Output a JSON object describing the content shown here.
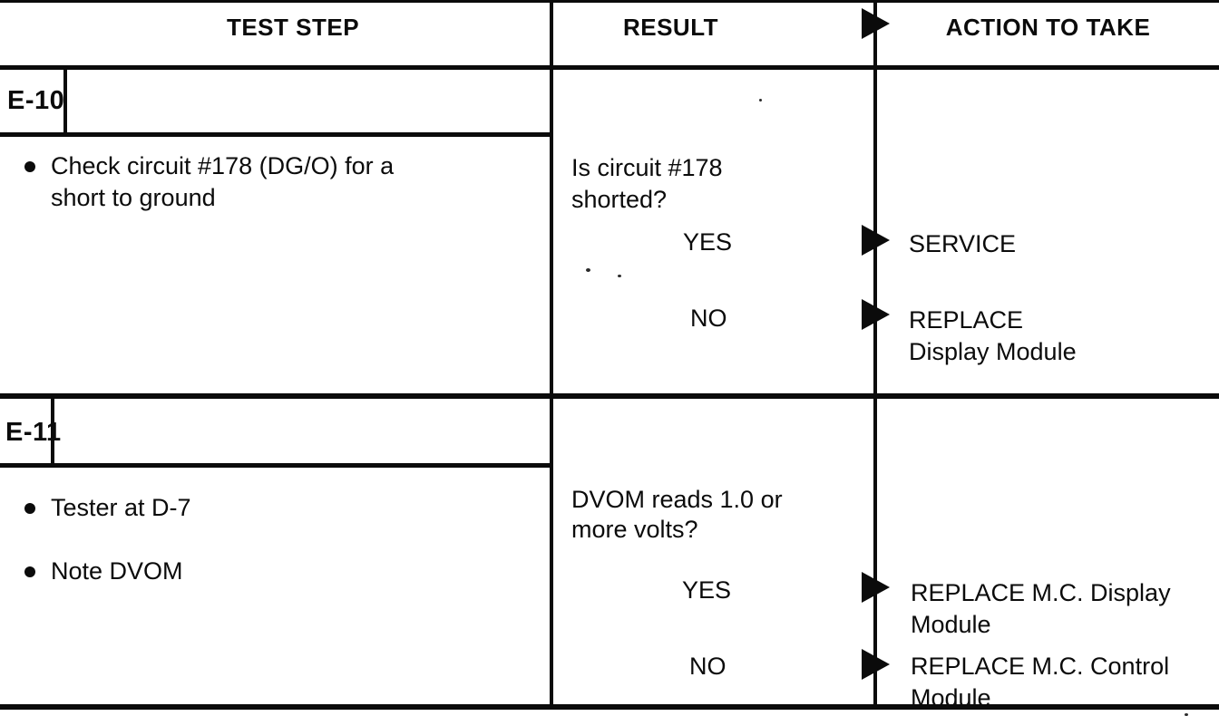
{
  "colors": {
    "ink": "#0b0b0b",
    "paper": "#ffffff"
  },
  "header": {
    "test_step": "TEST STEP",
    "result": "RESULT",
    "action_to_take": "ACTION TO TAKE"
  },
  "sections": [
    {
      "label": "E-10",
      "steps": [
        {
          "line1": "Check circuit #178 (DG/O) for a",
          "line2": "short to ground"
        }
      ],
      "question": {
        "line1": "Is circuit #178",
        "line2": "shorted?"
      },
      "yes": {
        "label": "YES",
        "action_line1": "SERVICE",
        "action_line2": ""
      },
      "no": {
        "label": "NO",
        "action_line1": "REPLACE",
        "action_line2": "Display Module"
      }
    },
    {
      "label": "E-11",
      "steps": [
        {
          "line1": "Tester at D-7"
        },
        {
          "line1": "Note DVOM"
        }
      ],
      "question": {
        "line1": "DVOM reads 1.0 or",
        "line2": "more volts?"
      },
      "yes": {
        "label": "YES",
        "action_line1": "REPLACE M.C. Display",
        "action_line2": "Module"
      },
      "no": {
        "label": "NO",
        "action_line1": "REPLACE M.C. Control",
        "action_line2": "Module"
      }
    }
  ]
}
